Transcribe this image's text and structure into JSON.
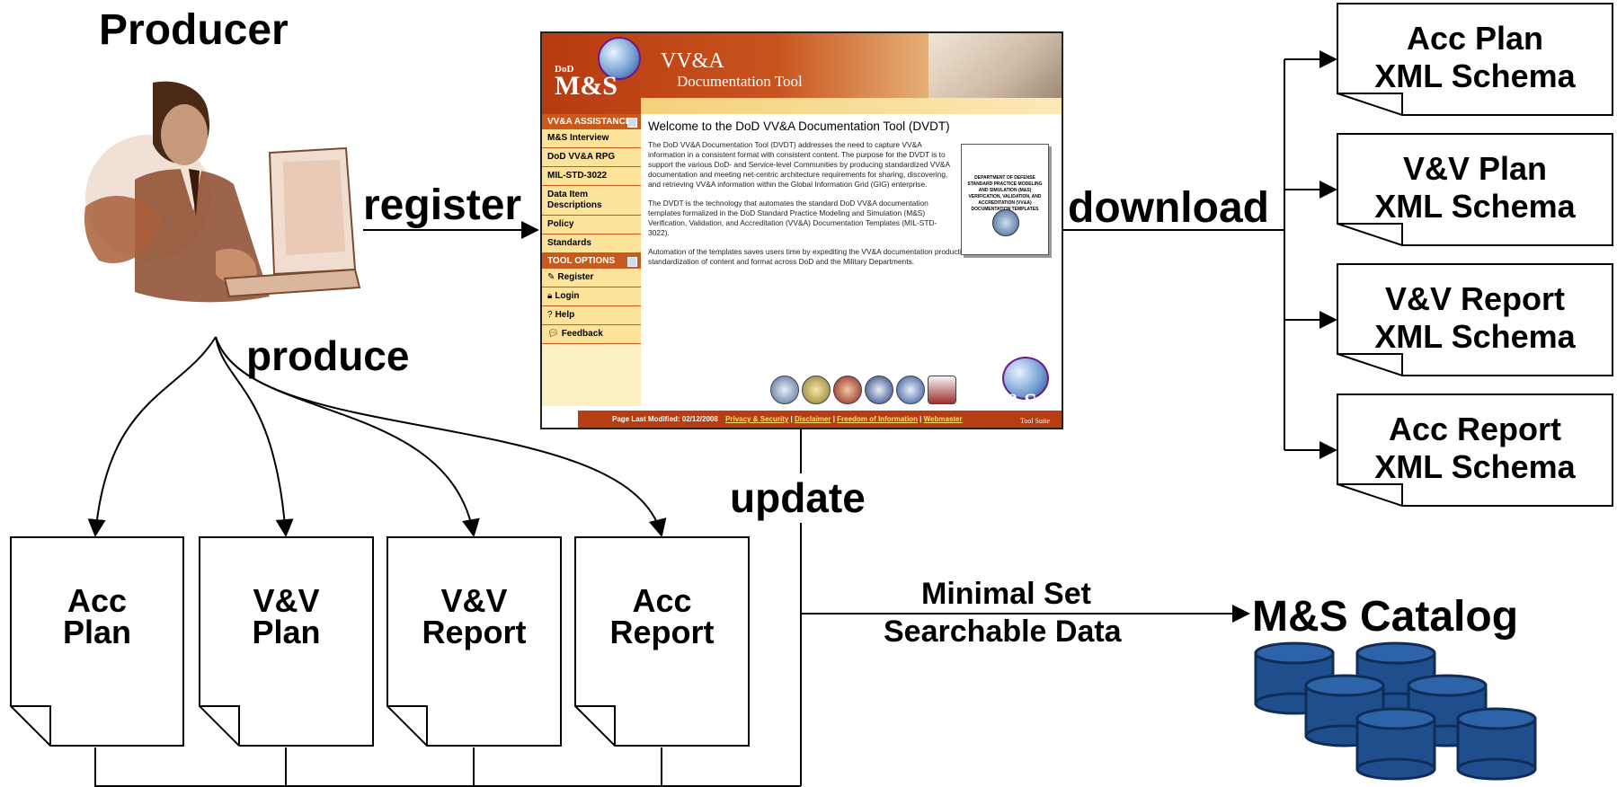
{
  "labels": {
    "producer": "Producer",
    "register": "register",
    "produce": "produce",
    "download": "download",
    "update": "update",
    "minimal_set_line1": "Minimal Set",
    "minimal_set_line2": "Searchable Data",
    "catalog": "M&S Catalog"
  },
  "documents": [
    {
      "line1": "Acc",
      "line2": "Plan"
    },
    {
      "line1": "V&V",
      "line2": "Plan"
    },
    {
      "line1": "V&V",
      "line2": "Report"
    },
    {
      "line1": "Acc",
      "line2": "Report"
    }
  ],
  "schemas": [
    {
      "line1": "Acc Plan",
      "line2": "XML Schema"
    },
    {
      "line1": "V&V Plan",
      "line2": "XML Schema"
    },
    {
      "line1": "V&V Report",
      "line2": "XML Schema"
    },
    {
      "line1": "Acc Report",
      "line2": "XML Schema"
    }
  ],
  "screenshot": {
    "dod": "DoD",
    "ms": "M&S",
    "title1": "VV&A",
    "title2": "Documentation Tool",
    "sections": [
      "VV&A ASSISTANCE",
      "TOOL OPTIONS"
    ],
    "nav_assist": [
      "M&S Interview",
      "DoD VV&A RPG",
      "MIL-STD-3022",
      "Data Item Descriptions",
      "Policy",
      "Standards"
    ],
    "nav_tools": [
      "Register",
      "Login",
      "Help",
      "Feedback"
    ],
    "heading": "Welcome to the DoD VV&A Documentation Tool (DVDT)",
    "para1": "The DoD VV&A Documentation Tool (DVDT) addresses the need to capture VV&A information in a consistent format with consistent content. The purpose for the DVDT is to support the various DoD- and Service-level Communities by producing standardized VV&A documentation and meeting net-centric architecture requirements for sharing, discovering, and retrieving VV&A information within the Global Information Grid (GIG) enterprise.",
    "para2": "The DVDT is the technology that automates the standard DoD VV&A documentation templates formalized in the DoD Standard Practice Modeling and Simulation (M&S) Verification, Validation, and Accreditation (VV&A) Documentation Templates (MIL-STD-3022).",
    "para3": "Automation of the templates saves users time by expediting the VV&A documentation production process and ensuring standardization of content and format across DoD and the Military Departments.",
    "book_title": "DEPARTMENT OF DEFENSE STANDARD PRACTICE MODELING AND SIMULATION (M&S) VERIFICATION, VALIDATION, AND ACCREDITATION (VV&A) DOCUMENTATION TEMPLATES",
    "footer_modified": "Page Last Modified:  02/12/2008",
    "footer_links": [
      "Privacy & Security",
      "Disclaimer",
      "Freedom of Information",
      "Webmaster"
    ],
    "tool_suite": "Tool Suite"
  },
  "colors": {
    "catalog_cylinder": "#1f4e8c",
    "catalog_cylinder_edge": "#0f2d57",
    "header_orange": "#c8531d",
    "sidebar_yellow": "#fde39a"
  }
}
